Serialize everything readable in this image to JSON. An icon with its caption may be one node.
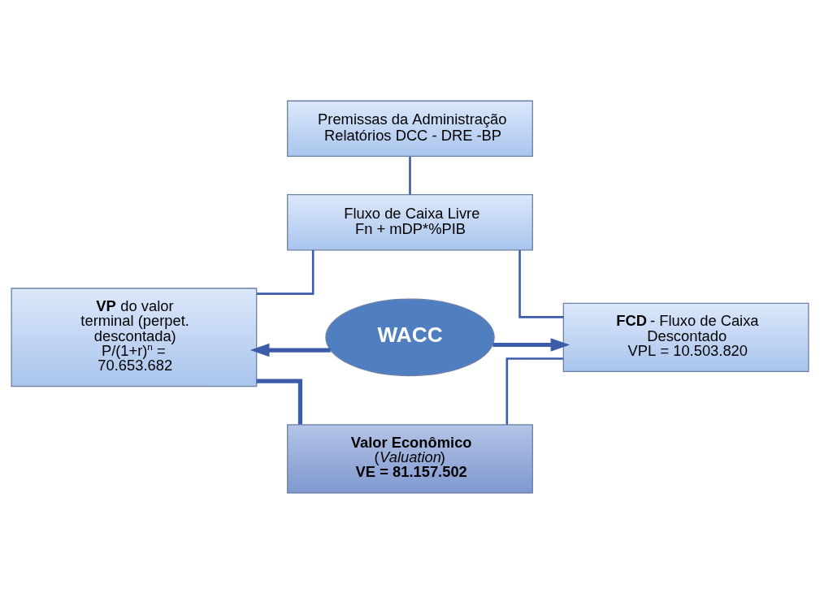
{
  "diagram": {
    "nodes": [
      {
        "text": [
          "Premissas da Administração",
          "Relatórios DCC - DRE -BP"
        ]
      },
      {
        "text": [
          "Fluxo de Caixa Livre",
          "Fn + mDP*%PIB"
        ]
      },
      {
        "text": [
          "**VP** do valor terminal (perpet. descontada)",
          "P/(1+r)$^{n}$ = 70.653.682"
        ]
      },
      {
        "text": [
          "WACC"
        ]
      },
      {
        "text": [
          "**FCD** - Fluxo de Caixa Descontado",
          "VPL = 10.503.820"
        ]
      },
      {
        "text": [
          "Valor Econômico",
          "(*Valuation*)",
          "VE = 81.157.502"
        ]
      }
    ],
    "edges": [
      {
        "from": 0,
        "to": 1,
        "arrow": "none"
      },
      {
        "from": 1,
        "to": 2,
        "arrow": "none"
      },
      {
        "from": 1,
        "to": 4,
        "arrow": "none"
      },
      {
        "from": 3,
        "to": 2,
        "arrow": "to",
        "style": "thick"
      },
      {
        "from": 3,
        "to": 4,
        "arrow": "to",
        "style": "thick"
      },
      {
        "from": 2,
        "to": 5,
        "arrow": "none",
        "style": "thick"
      },
      {
        "from": 4,
        "to": 5,
        "arrow": "none"
      }
    ]
  }
}
